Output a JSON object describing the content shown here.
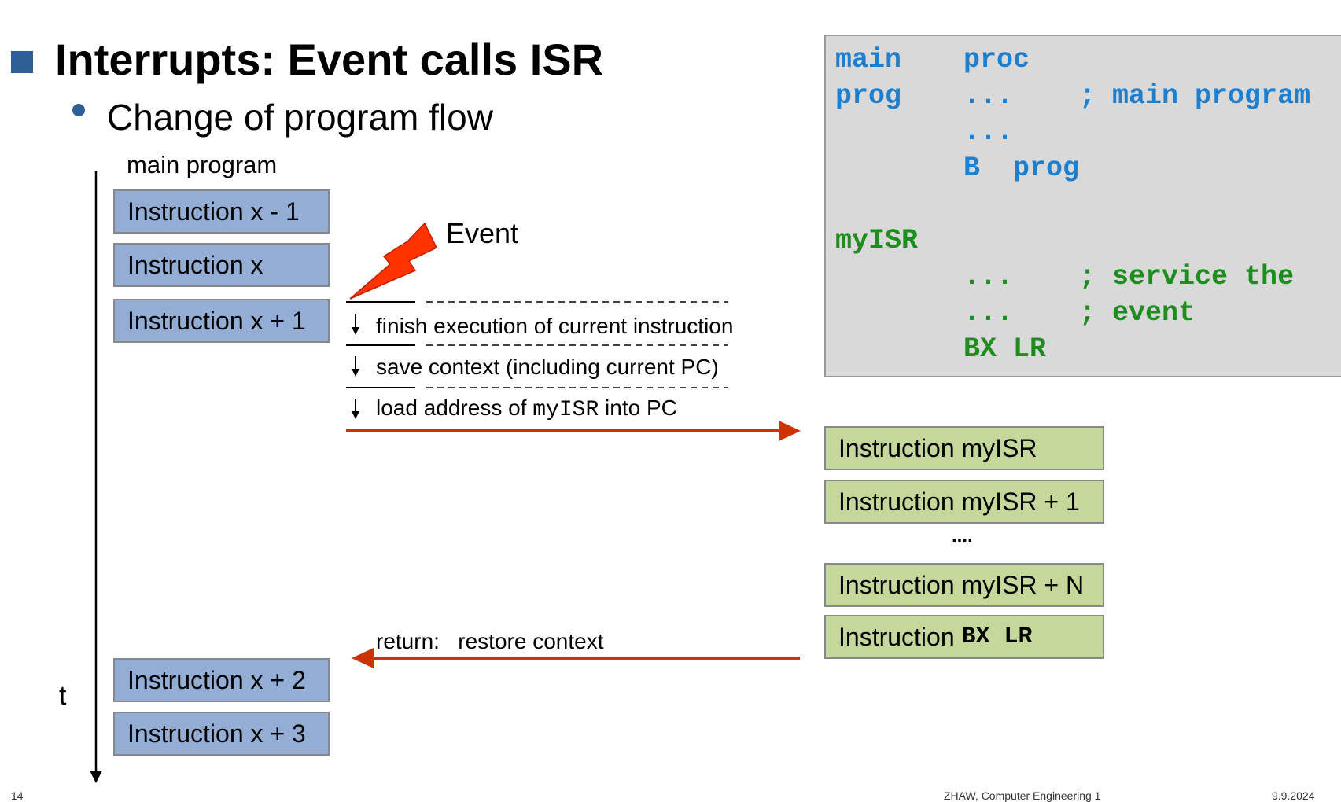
{
  "title": "Interrupts: Event calls ISR",
  "subtitle": "Change of program flow",
  "main_program_label": "main program",
  "time_label": "t",
  "event_label": "Event",
  "main_instructions": [
    "Instruction x - 1",
    "Instruction x",
    "Instruction x + 1",
    "Instruction x + 2",
    "Instruction x + 3"
  ],
  "steps": {
    "finish": "finish execution of current instruction",
    "save": "save context (including current PC)",
    "load_prefix": "load address of",
    "load_code": "myISR",
    "load_suffix": "into PC"
  },
  "isr_instructions": {
    "first": "Instruction myISR",
    "second": "Instruction myISR + 1",
    "ellipsis": "....",
    "nth": "Instruction myISR + N",
    "last_prefix": "Instruction",
    "last_code": "BX LR"
  },
  "return_label": {
    "prefix": "return:",
    "text": "restore context"
  },
  "code": {
    "main_label": "main",
    "main_op": "proc",
    "prog_label": "prog",
    "prog_line": "...    ; main program",
    "dots1": "...",
    "branch": "B  prog",
    "isr_label": "myISR",
    "isr_line1": "...    ; service the",
    "isr_line2": "...    ; event",
    "isr_ret": "BX LR"
  },
  "footer": {
    "page": "14",
    "center": "ZHAW, Computer Engineering 1",
    "date": "9.9.2024"
  },
  "colors": {
    "accent": "#2e5f97",
    "main_box": "#93add4",
    "isr_box": "#c4d89c",
    "arrow": "#cc3300",
    "code_blue": "#1f7fcf",
    "code_green": "#1e8c1e",
    "bolt": "#ff3300"
  }
}
